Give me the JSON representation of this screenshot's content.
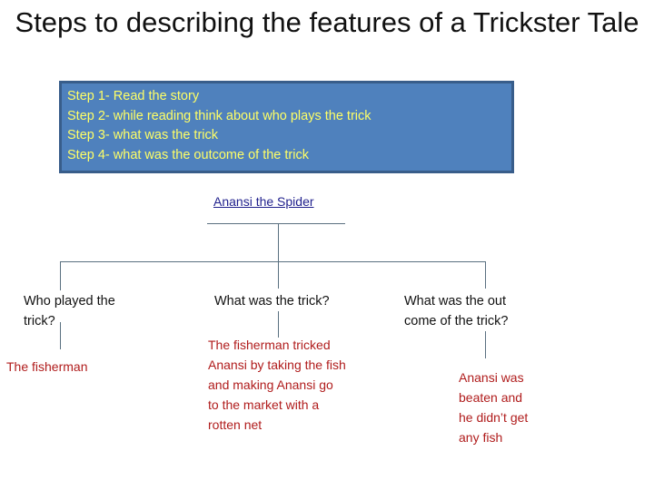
{
  "title": "Steps to describing the features of a Trickster Tale",
  "steps": [
    "Step 1- Read the story",
    "Step 2- while reading think about who plays the trick",
    "Step 3- what was the trick",
    "Step 4- what was the outcome of the trick"
  ],
  "tree": {
    "root": "Anansi the Spider",
    "branches": [
      {
        "question_lines": [
          "Who played the",
          "trick?"
        ],
        "answer_lines": [
          "The fisherman"
        ]
      },
      {
        "question_lines": [
          "What was the trick?"
        ],
        "answer_lines": [
          "The fisherman tricked",
          "Anansi by taking the fish",
          "and making Anansi  go",
          "to the market with a",
          "rotten net"
        ]
      },
      {
        "question_lines": [
          "What was the out",
          "come of the trick?"
        ],
        "answer_lines": [
          "Anansi was",
          "beaten and",
          "he didn’t  get",
          "any fish"
        ]
      }
    ]
  },
  "colors": {
    "box_fill": "#4f81bd",
    "box_border": "#385d8a",
    "step_text": "#ffff66",
    "answer_text": "#b01c1c",
    "connector": "#5a7080",
    "root_link": "#1f1f8c"
  }
}
